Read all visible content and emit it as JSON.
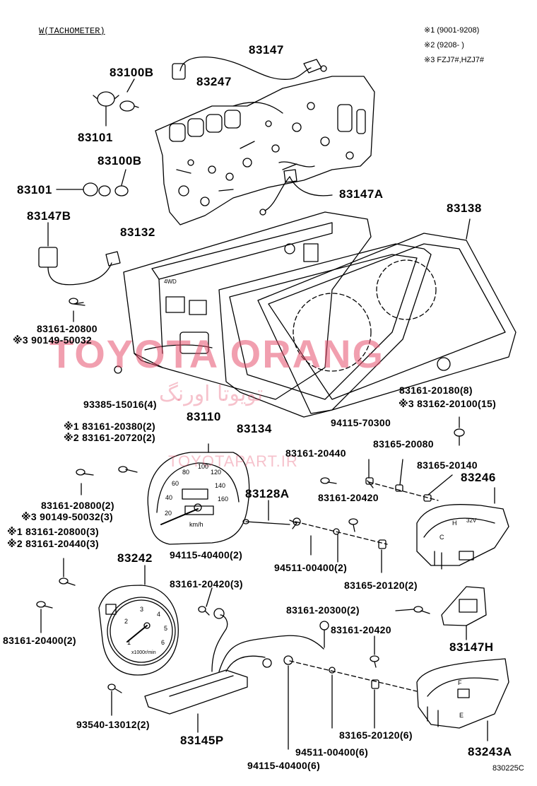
{
  "header": {
    "variant": "W(TACHOMETER)",
    "notes": [
      "※1 (9001-9208)",
      "※2 (9208-      )",
      "※3 FZJ7#,HZJ7#"
    ]
  },
  "watermark": {
    "brand": "TOYOTA ORANG",
    "arabic": "تویوتا اورنگ",
    "url": "TOYOTAPART.IR"
  },
  "figure_code": "830225C",
  "parts": {
    "p83147": "83147",
    "p83100B_a": "83100B",
    "p83247": "83247",
    "p83101_a": "83101",
    "p83100B_b": "83100B",
    "p83101_b": "83101",
    "p83147A": "83147A",
    "p83138": "83138",
    "p83147B": "83147B",
    "p83132": "83132",
    "p83161_20800_a": "83161-20800",
    "p90149_50032_a": "※3 90149-50032",
    "p93385": "93385-15016(4)",
    "p83161_20180": "83161-20180(8)",
    "p83162_20100": "※3 83162-20100(15)",
    "p83110": "83110",
    "p83134": "83134",
    "p94115_70300": "94115-70300",
    "p83161_20380": "※1 83161-20380(2)",
    "p83161_20720": "※2 83161-20720(2)",
    "p83161_20440_a": "83161-20440",
    "p83165_20080": "83165-20080",
    "p83165_20140": "83165-20140",
    "p83246": "83246",
    "p83128A": "83128A",
    "p83161_20420_a": "83161-20420",
    "p83161_20800_b": "83161-20800(2)",
    "p90149_50032_b": "※3 90149-50032(3)",
    "p83161_20800_c": "※1 83161-20800(3)",
    "p83161_20440_b": "※2 83161-20440(3)",
    "p94115_40400_a": "94115-40400(2)",
    "p94511_00400_a": "94511-00400(2)",
    "p83242": "83242",
    "p83165_20120_a": "83165-20120(2)",
    "p83161_20420_b": "83161-20420(3)",
    "p83161_20300": "83161-20300(2)",
    "p83161_20420_c": "83161-20420",
    "p83161_20400": "83161-20400(2)",
    "p83147H": "83147H",
    "p93540": "93540-13012(2)",
    "p83165_20120_b": "83165-20120(6)",
    "p83145P": "83145P",
    "p94511_00400_b": "94511-00400(6)",
    "p83243A": "83243A",
    "p94115_40400_b": "94115-40400(6)"
  },
  "gauge_text": {
    "speedo_ticks": [
      "20",
      "40",
      "60",
      "80",
      "100",
      "120",
      "140",
      "160"
    ],
    "speedo_unit": "km/h",
    "tacho_ticks": [
      "1",
      "2",
      "3",
      "4",
      "5",
      "6"
    ],
    "tacho_unit": "x1000r/min",
    "panel_4wd": "4WD",
    "fuel_marks": [
      "H",
      "C",
      "32V",
      "F",
      "E"
    ]
  }
}
